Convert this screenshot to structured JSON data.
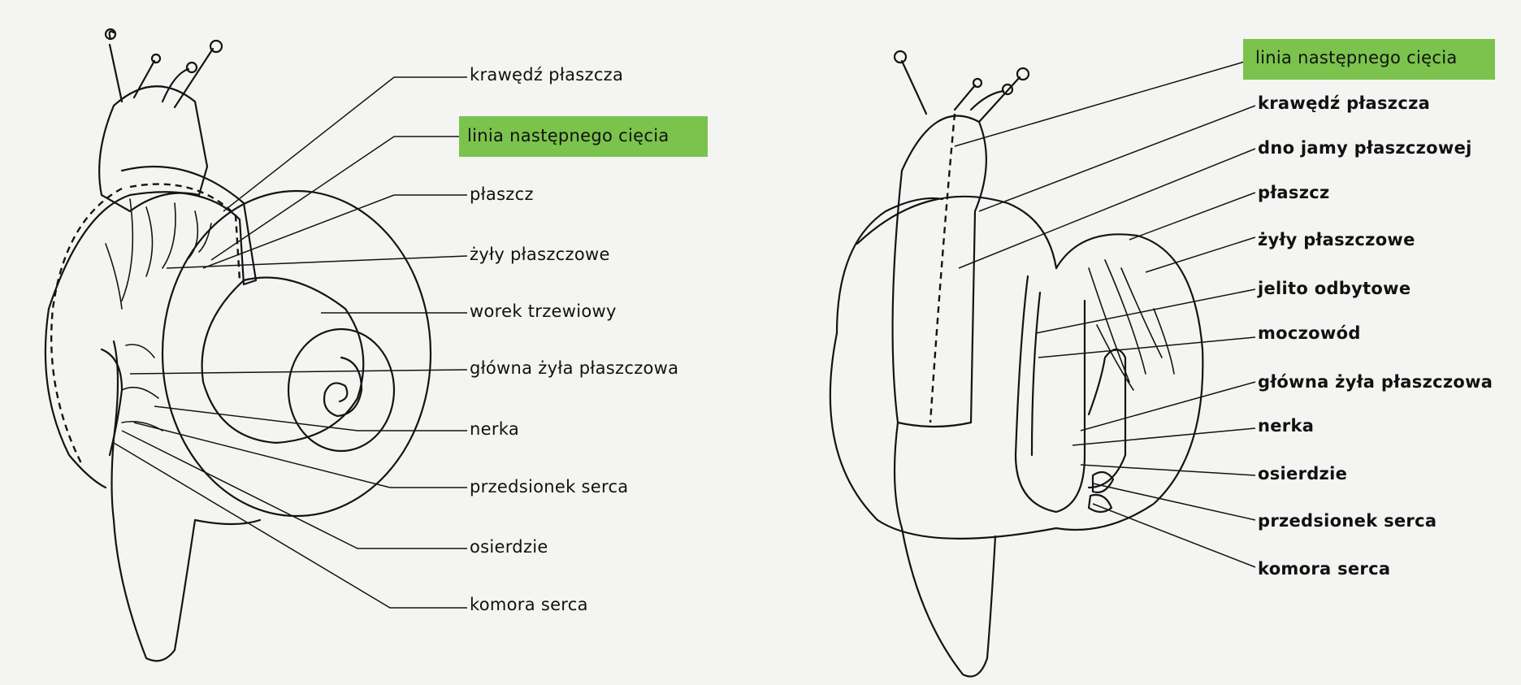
{
  "left_figure": {
    "labels": [
      "krawędź płaszcza",
      "linia następnego cięcia",
      "płaszcz",
      "żyły płaszczowe",
      "worek trzewiowy",
      "główna żyła płaszczowa",
      "nerka",
      "przedsionek serca",
      "osierdzie",
      "komora serca"
    ]
  },
  "right_figure": {
    "labels": [
      "linia następnego cięcia",
      "krawędź płaszcza",
      "dno jamy płaszczowej",
      "płaszcz",
      "żyły płaszczowe",
      "jelito odbytowe",
      "moczowód",
      "główna żyła płaszczowa",
      "nerka",
      "osierdzie",
      "przedsionek serca",
      "komora serca"
    ]
  },
  "colors": {
    "highlight": "#7bc34d",
    "ink": "#141414",
    "background": "#f4f4f2"
  }
}
